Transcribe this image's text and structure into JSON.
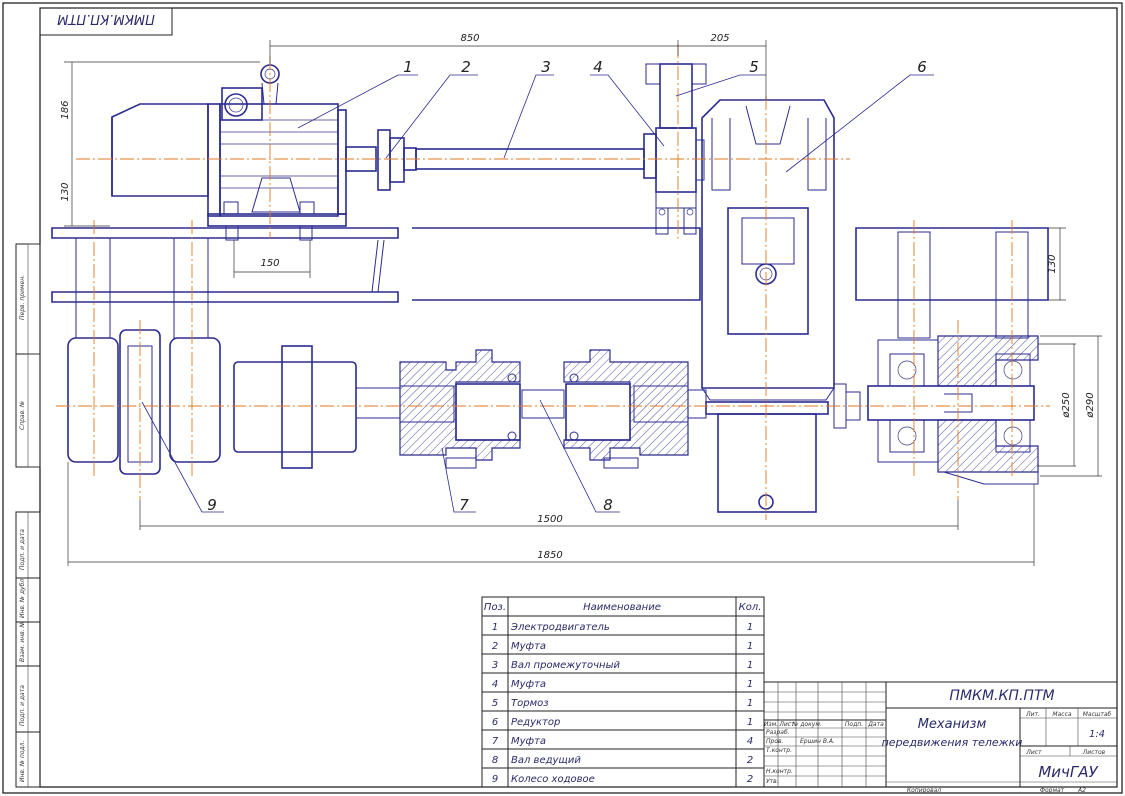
{
  "stamp_rotated": "ПМКМ.КП.ПТМ",
  "dimensions": {
    "d850": "850",
    "d205": "205",
    "d186": "186",
    "d130a": "130",
    "d150": "150",
    "d130b": "130",
    "d1500": "1500",
    "d1850": "1850",
    "d250": "ø250",
    "d290": "ø290"
  },
  "positions": [
    "1",
    "2",
    "3",
    "4",
    "5",
    "6",
    "7",
    "8",
    "9"
  ],
  "spec_table": {
    "headers": {
      "pos": "Поз.",
      "name": "Наименование",
      "qty": "Кол."
    },
    "rows": [
      {
        "pos": "1",
        "name": "Электродвигатель",
        "qty": "1"
      },
      {
        "pos": "2",
        "name": "Муфта",
        "qty": "1"
      },
      {
        "pos": "3",
        "name": "Вал промежуточный",
        "qty": "1"
      },
      {
        "pos": "4",
        "name": "Муфта",
        "qty": "1"
      },
      {
        "pos": "5",
        "name": "Тормоз",
        "qty": "1"
      },
      {
        "pos": "6",
        "name": "Редуктор",
        "qty": "1"
      },
      {
        "pos": "7",
        "name": "Муфта",
        "qty": "4"
      },
      {
        "pos": "8",
        "name": "Вал ведущий",
        "qty": "2"
      },
      {
        "pos": "9",
        "name": "Колесо ходовое",
        "qty": "2"
      }
    ]
  },
  "title_block": {
    "doc_code": "ПМКМ.КП.ПТМ",
    "title_line1": "Механизм",
    "title_line2": "передвижения тележки",
    "org": "МичГАУ",
    "col_lit": "Лит.",
    "col_mass": "Масса",
    "col_scale": "Масштаб",
    "scale_value": "1:4",
    "sheet": "Лист",
    "sheets": "Листов",
    "izm": "Изм.",
    "list": "Лист",
    "ndoc": "№ докум.",
    "podp": "Подп.",
    "data": "Дата",
    "razrab": "Разраб.",
    "prov": "Пров.",
    "tkontr": "Т.контр.",
    "nkontr": "Н.контр.",
    "utv": "Утв.",
    "name_prov": "Ершин В.А.",
    "copied": "Копировал",
    "format": "Формат",
    "format_val": "А2"
  },
  "side_strip": [
    "Перв. примен.",
    "Справ. №",
    "Подп. и дата",
    "Инв. № дубл.",
    "Взам. инв. №",
    "Подп. и дата",
    "Инв. № подл."
  ]
}
